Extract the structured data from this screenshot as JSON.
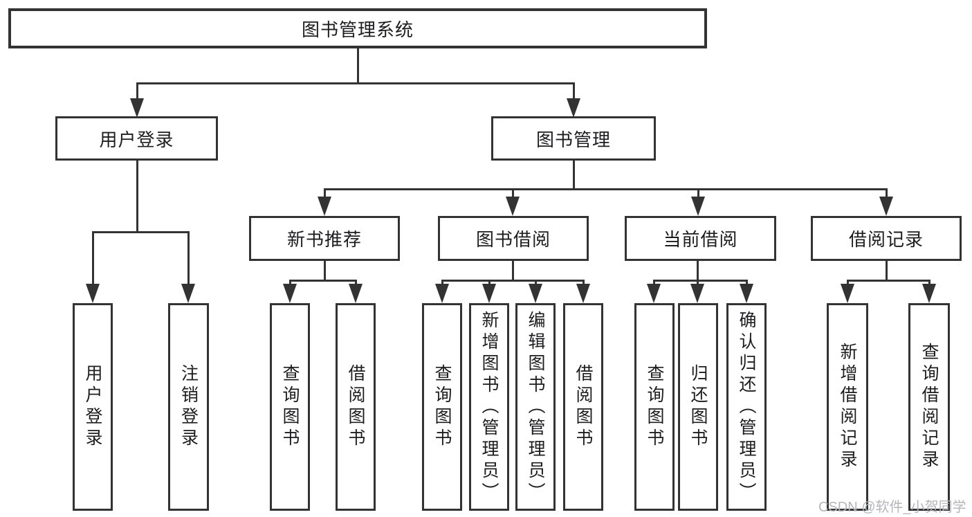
{
  "diagram": {
    "title": "图书管理系统",
    "level2": [
      {
        "label": "用户登录"
      },
      {
        "label": "图书管理"
      }
    ],
    "level3": [
      {
        "label": "新书推荐"
      },
      {
        "label": "图书借阅"
      },
      {
        "label": "当前借阅"
      },
      {
        "label": "借阅记录"
      }
    ],
    "leaves": [
      {
        "label": "用户登录"
      },
      {
        "label": "注销登录"
      },
      {
        "label": "查询图书"
      },
      {
        "label": "借阅图书"
      },
      {
        "label": "查询图书"
      },
      {
        "label": "新增图书（管理员）"
      },
      {
        "label": "编辑图书（管理员）"
      },
      {
        "label": "借阅图书"
      },
      {
        "label": "查询图书"
      },
      {
        "label": "归还图书"
      },
      {
        "label": "确认归还（管理员）"
      },
      {
        "label": "新增借阅记录"
      },
      {
        "label": "查询借阅记录"
      }
    ]
  },
  "watermark": {
    "text": "CSDN @软件_小贺同学"
  },
  "colors": {
    "line": "#333333",
    "text": "#1d1d1f",
    "background": "#ffffff",
    "watermark": "#b3b6bc"
  }
}
